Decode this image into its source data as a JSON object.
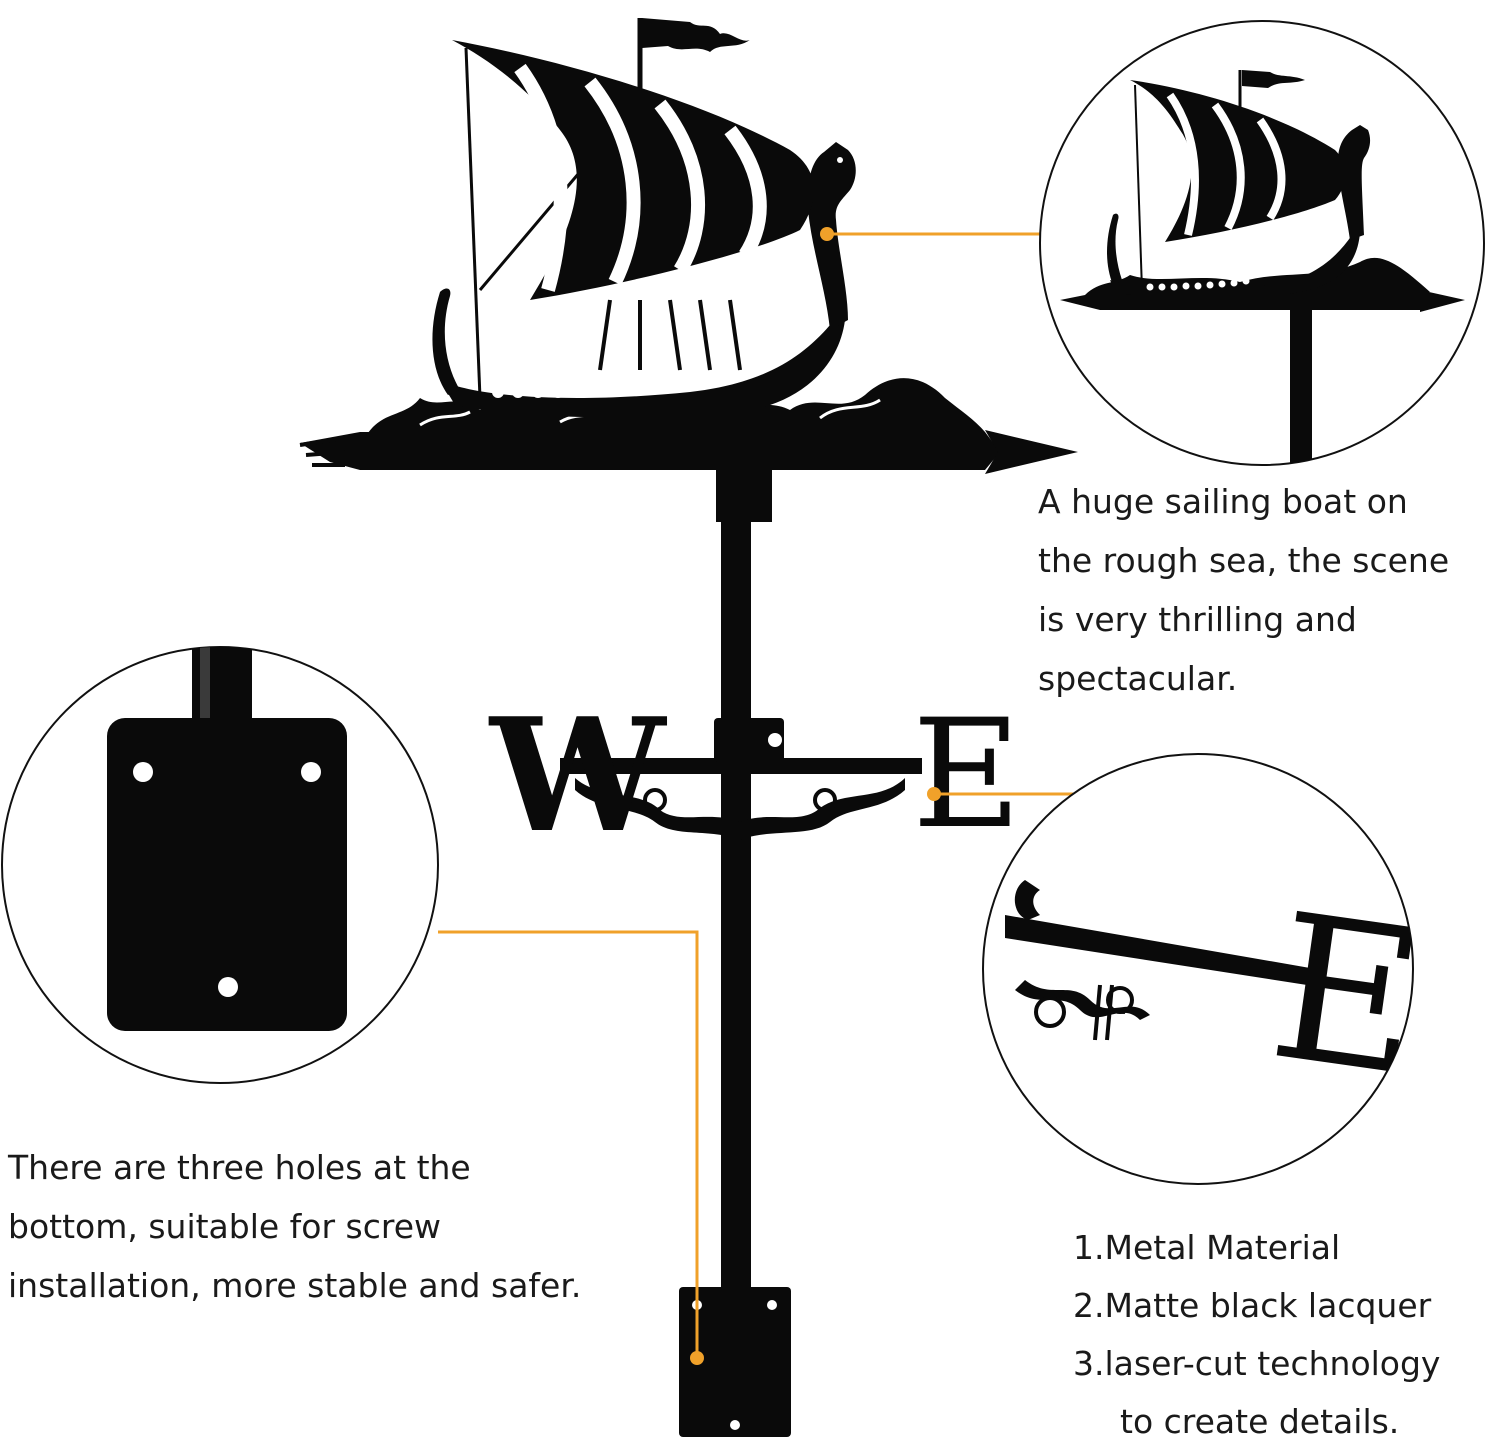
{
  "vane": {
    "compass_letters": {
      "west": "W",
      "east": "E",
      "zoom_east": "E"
    }
  },
  "callouts": {
    "ship": {
      "lines": [
        "A huge sailing boat on",
        "the rough sea, the scene",
        "is very thrilling and",
        "spectacular."
      ]
    },
    "holes": {
      "lines": [
        "There are three holes at the",
        "bottom, suitable for screw",
        "installation, more stable and safer."
      ]
    },
    "features": {
      "lines": [
        "1.Metal Material",
        "2.Matte black lacquer",
        "3.laser-cut technology",
        "to create details."
      ]
    }
  },
  "colors": {
    "silhouette": "#0a0a0a",
    "leader_line": "#f0a12a",
    "circle_border": "#111111",
    "background": "#ffffff"
  }
}
